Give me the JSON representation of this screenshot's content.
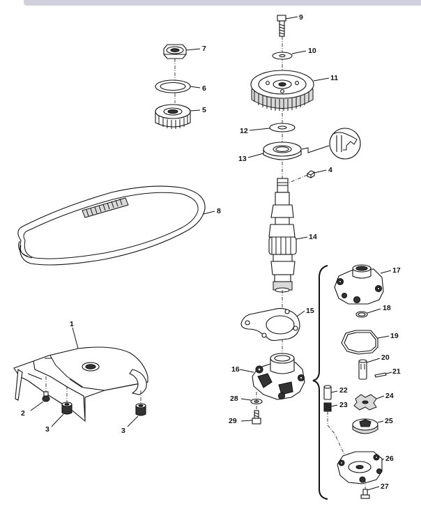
{
  "callouts": {
    "c1": "1",
    "c2": "2",
    "c3a": "3",
    "c3b": "3",
    "c4": "4",
    "c5": "5",
    "c6": "6",
    "c7": "7",
    "c8": "8",
    "c9": "9",
    "c10": "10",
    "c11": "11",
    "c12": "12",
    "c13": "13",
    "c14": "14",
    "c15": "15",
    "c16": "16",
    "c17": "17",
    "c18": "18",
    "c19": "19",
    "c20": "20",
    "c21": "21",
    "c22": "22",
    "c23": "23",
    "c24": "24",
    "c25": "25",
    "c26": "26",
    "c27": "27",
    "c28": "28",
    "c29": "29"
  },
  "colors": {
    "line": "#111111",
    "header_bar": "#cfd0dc",
    "background": "#ffffff"
  }
}
